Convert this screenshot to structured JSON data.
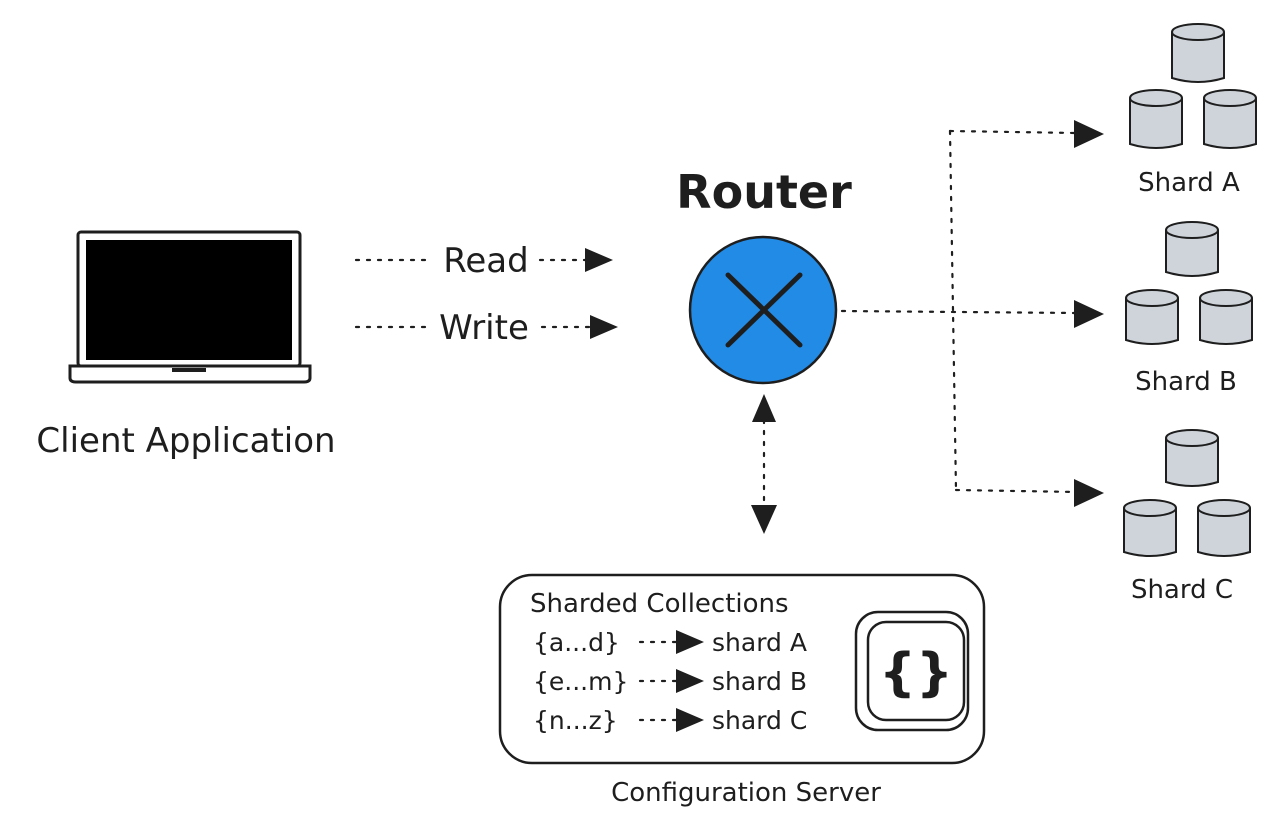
{
  "client": {
    "label": "Client Application"
  },
  "flows": {
    "read": "Read",
    "write": "Write"
  },
  "router": {
    "label": "Router",
    "color": "#228be6"
  },
  "shards": [
    {
      "label": "Shard A"
    },
    {
      "label": "Shard B"
    },
    {
      "label": "Shard C"
    }
  ],
  "config_server": {
    "label": "Configuration Server",
    "title": "Sharded Collections",
    "mappings": [
      {
        "range": "{a...d}",
        "target": "shard A"
      },
      {
        "range": "{e...m}",
        "target": "shard B"
      },
      {
        "range": "{n...z}",
        "target": "shard C"
      }
    ],
    "icon": "{}"
  },
  "colors": {
    "stroke": "#1e1e1e",
    "router_fill": "#228be6",
    "database_fill": "#ced4da"
  }
}
